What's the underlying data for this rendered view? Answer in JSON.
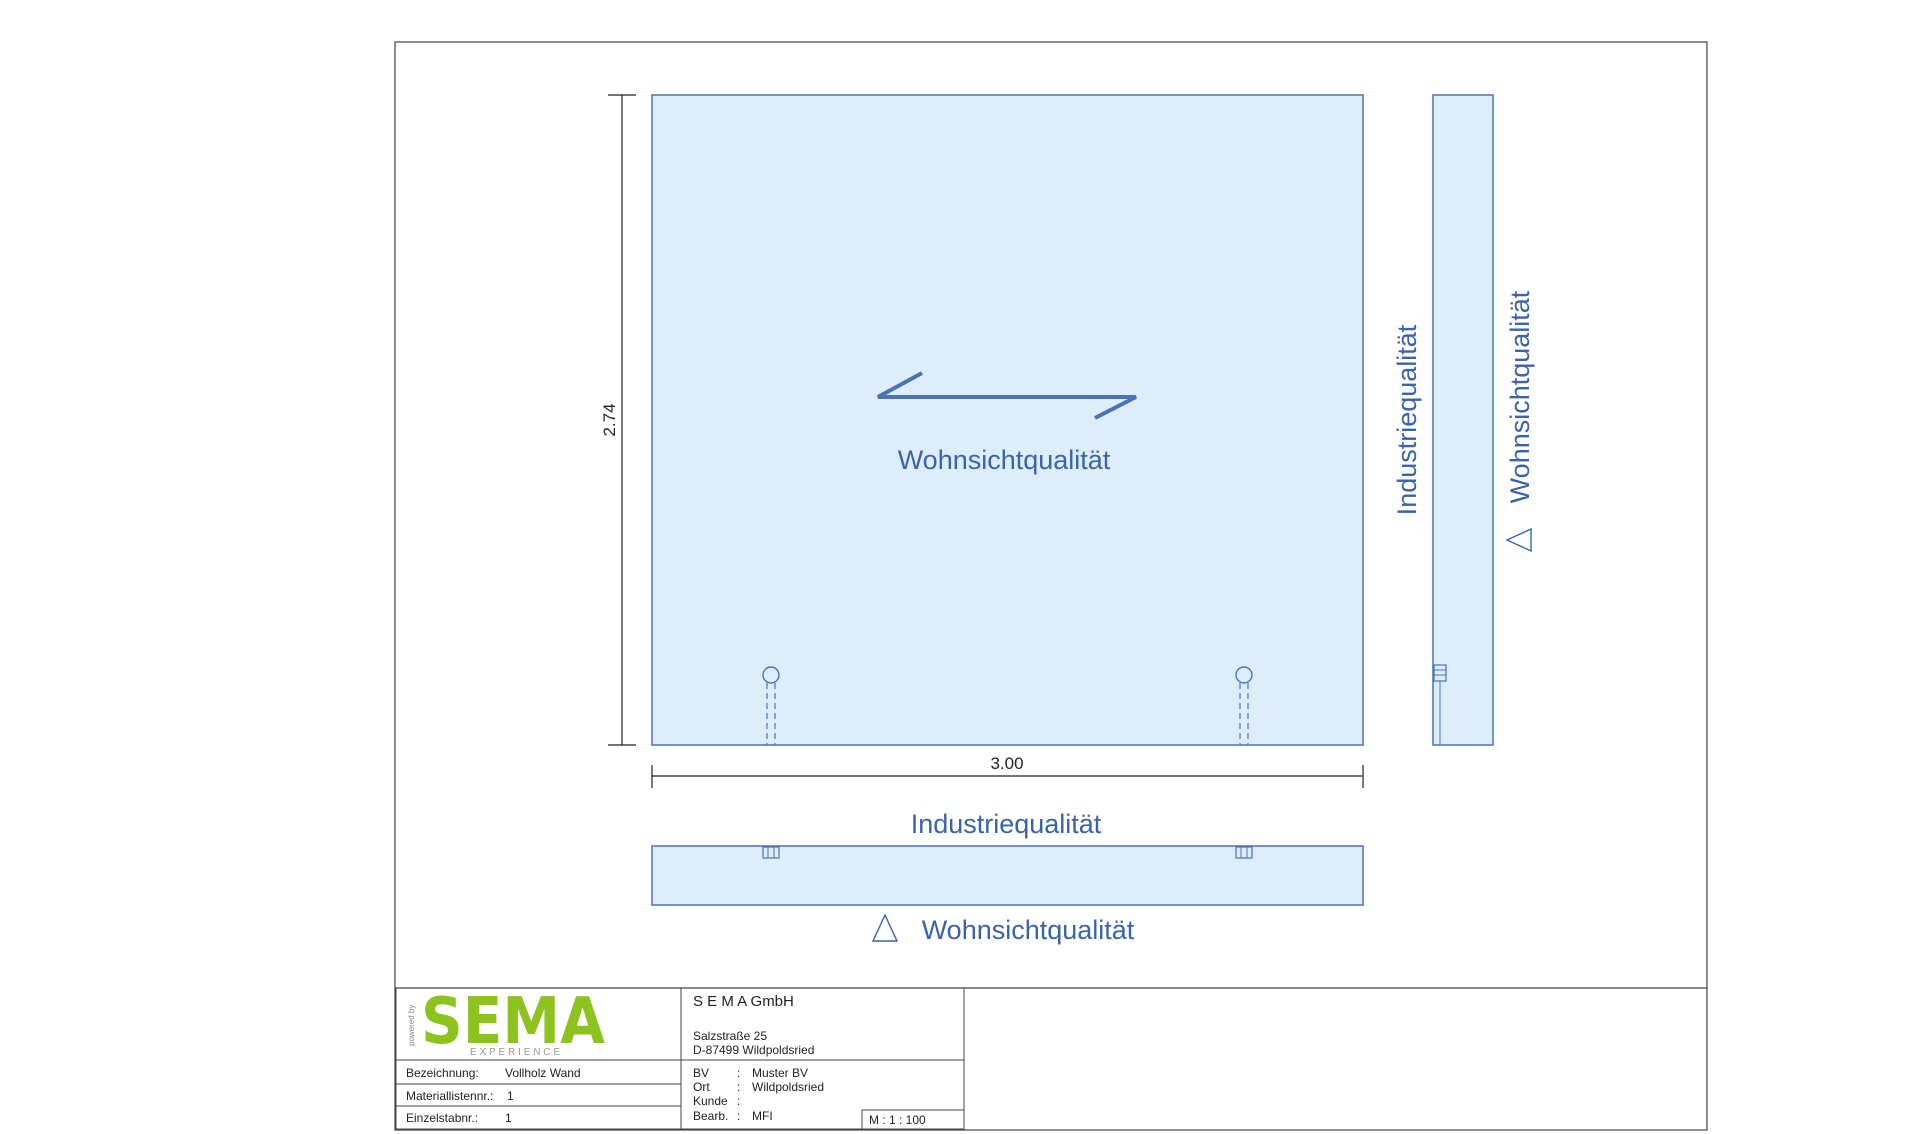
{
  "drawing": {
    "front_view": {
      "surface_label": "Wohnsichtqualität",
      "height_dimension": "2.74",
      "width_dimension": "3.00"
    },
    "side_view": {
      "left_label": "Industriequalität",
      "right_label": "Wohnsichtqualität"
    },
    "bottom_view": {
      "top_label": "Industriequalität",
      "bottom_label": "Wohnsichtqualität"
    },
    "colors": {
      "panel_fill": "#ddeefa",
      "panel_stroke": "#4a73b5",
      "label_text": "#3a63a8",
      "logo_green": "#8dc21f",
      "dimension_line": "#222222"
    }
  },
  "title_block": {
    "logo": {
      "powered_by": "powered by",
      "brand": "SEMA",
      "tagline": "EXPERIENCE"
    },
    "company": {
      "name": "S E M A GmbH",
      "street": "Salzstraße 25",
      "city": "D-87499 Wildpoldsried"
    },
    "fields": {
      "bezeichnung_label": "Bezeichnung:",
      "bezeichnung_value": "Vollholz Wand",
      "materialliste_label": "Materiallistennr.:",
      "materialliste_value": "1",
      "einzelstab_label": "Einzelstabnr.:",
      "einzelstab_value": "1"
    },
    "project": {
      "bv_label": "BV",
      "bv_value": "Muster BV",
      "ort_label": "Ort",
      "ort_value": "Wildpoldsried",
      "kunde_label": "Kunde",
      "kunde_value": "",
      "bearb_label": "Bearb.",
      "bearb_value": "MFI",
      "sep": ":"
    },
    "scale": "M : 1 : 100"
  }
}
